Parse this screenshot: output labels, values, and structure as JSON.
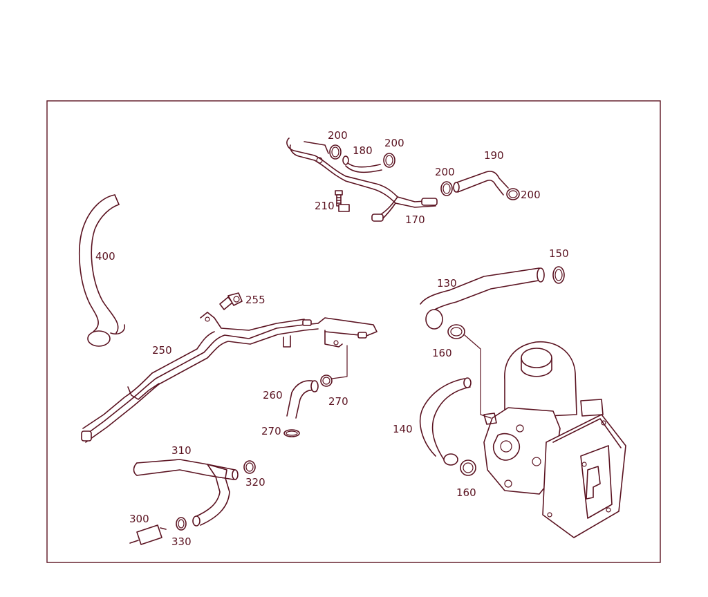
{
  "diagram": {
    "colors": {
      "line": "#5a1220",
      "background": "#ffffff"
    },
    "labels": {
      "p130": "130",
      "p140": "140",
      "p150": "150",
      "p160a": "160",
      "p160b": "160",
      "p170": "170",
      "p180": "180",
      "p190": "190",
      "p200a": "200",
      "p200b": "200",
      "p200c": "200",
      "p200d": "200",
      "p210": "210",
      "p250": "250",
      "p255": "255",
      "p260": "260",
      "p270a": "270",
      "p270b": "270",
      "p300": "300",
      "p310": "310",
      "p320": "320",
      "p330": "330",
      "p400": "400"
    }
  }
}
